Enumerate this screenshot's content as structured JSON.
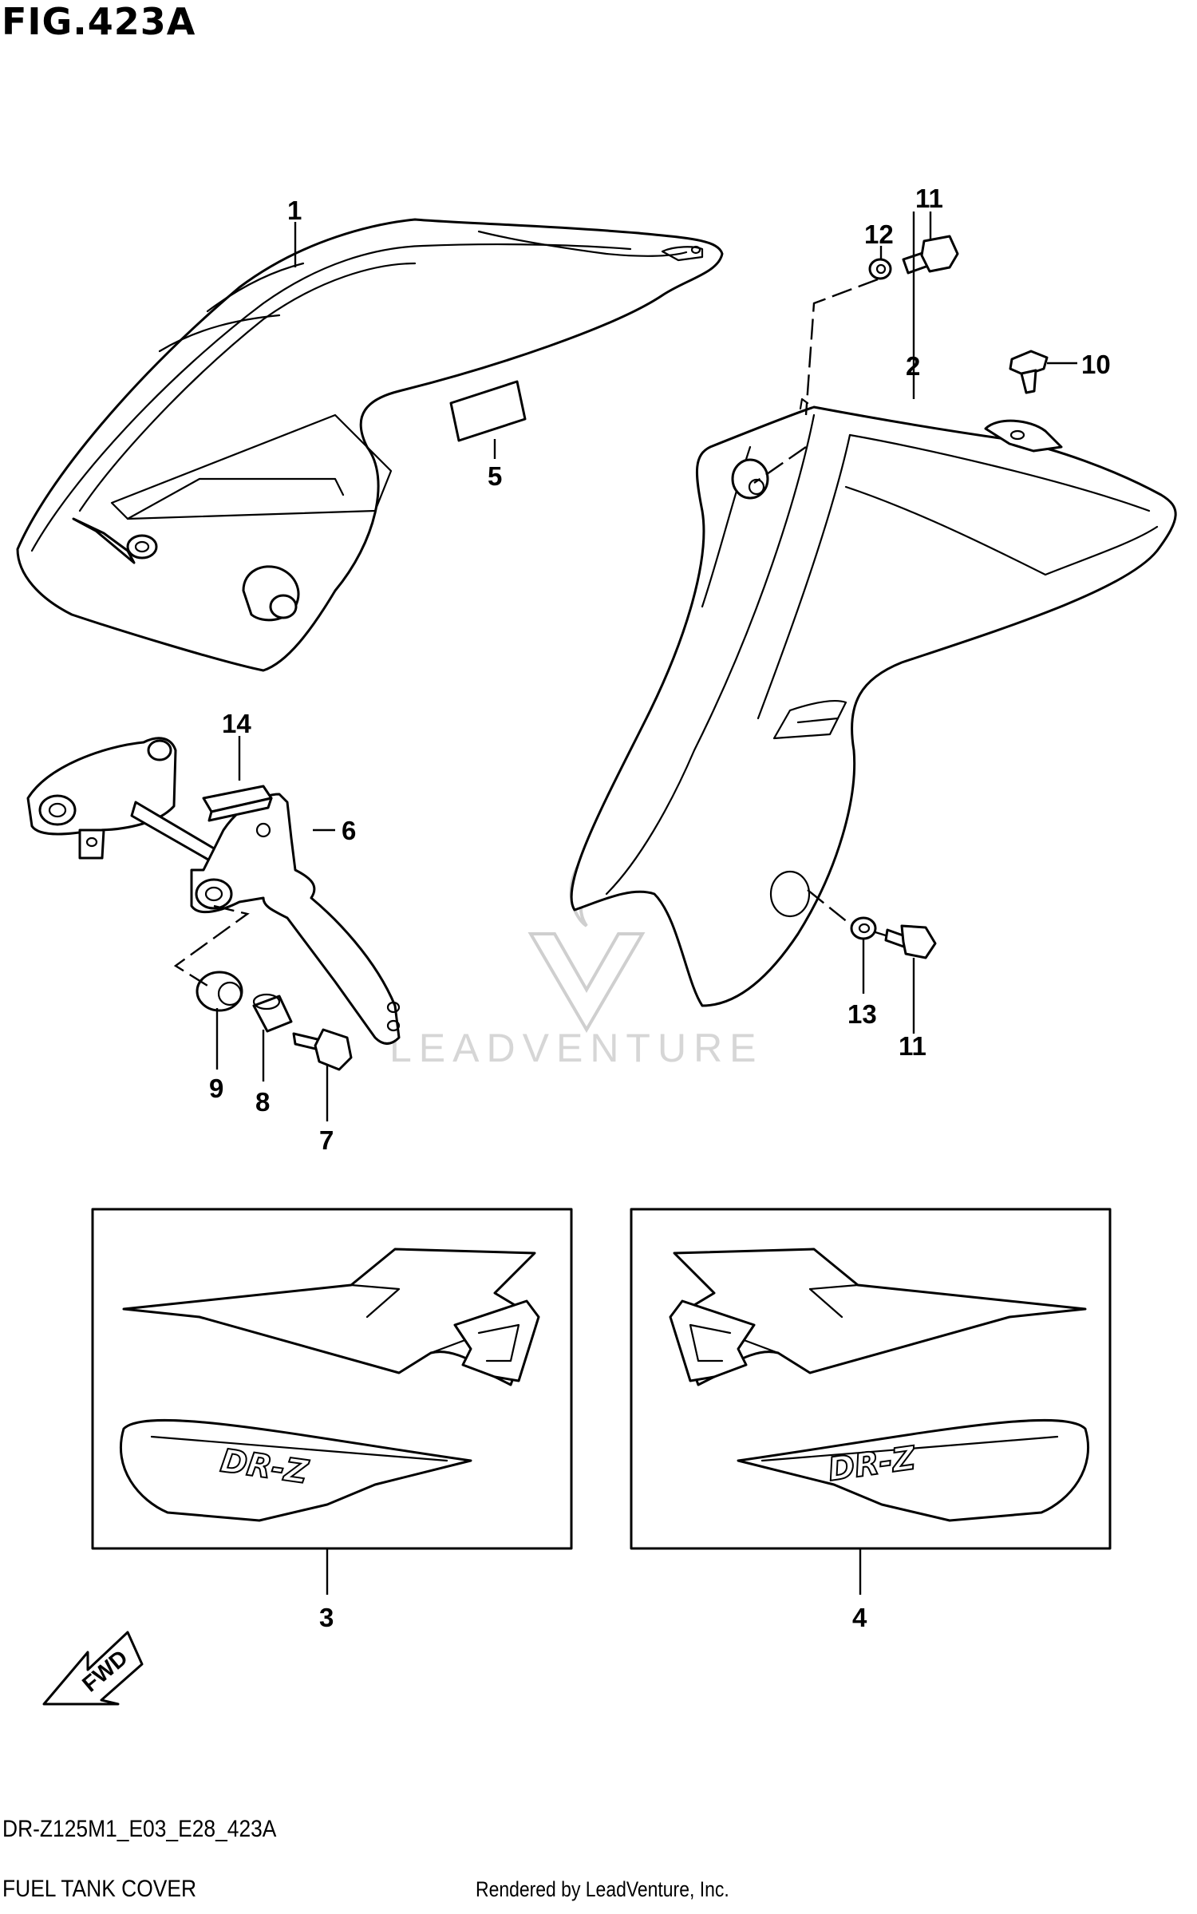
{
  "figure_title": "FIG.423A",
  "watermark_text": "LEADVENTURE",
  "fwd_label": "FWD",
  "footer": {
    "model_code": "DR-Z125M1_E03_E28_423A",
    "section_name": "FUEL TANK COVER",
    "rendered_by": "Rendered by LeadVenture, Inc."
  },
  "decal_text": {
    "left": "DR-Z",
    "right": "DR-Z"
  },
  "callouts": [
    "1",
    "2",
    "3",
    "4",
    "5",
    "6",
    "7",
    "8",
    "9",
    "10",
    "11",
    "11",
    "12",
    "13",
    "14"
  ]
}
